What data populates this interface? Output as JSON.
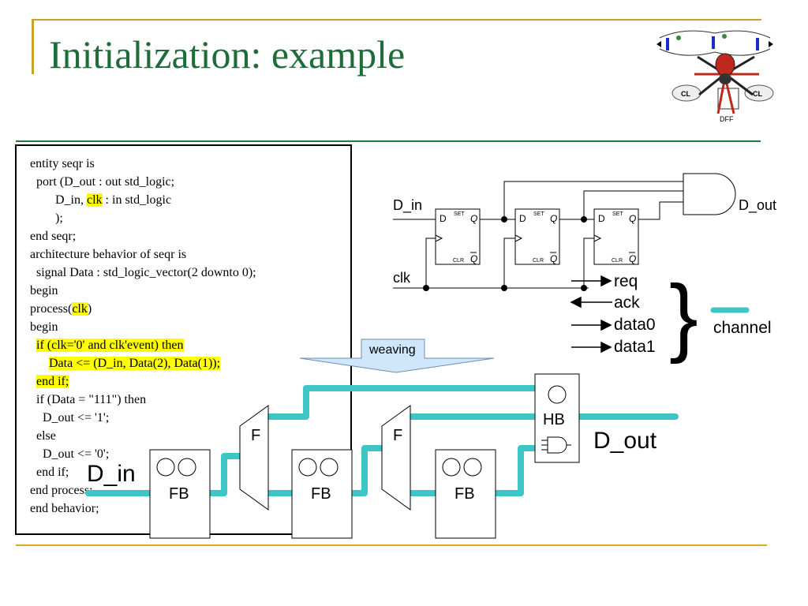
{
  "slide": {
    "title": "Initialization: example"
  },
  "code_lines": [
    {
      "parts": [
        {
          "t": "entity seqr is"
        }
      ]
    },
    {
      "parts": [
        {
          "t": "  port (D_out : out std_logic;"
        }
      ]
    },
    {
      "parts": [
        {
          "t": "        D_in, "
        },
        {
          "t": "clk",
          "hl": true
        },
        {
          "t": " : in std_logic"
        }
      ]
    },
    {
      "parts": [
        {
          "t": "        );"
        }
      ]
    },
    {
      "parts": [
        {
          "t": "end seqr;"
        }
      ]
    },
    {
      "parts": [
        {
          "t": "architecture behavior of seqr is"
        }
      ]
    },
    {
      "parts": [
        {
          "t": "  signal Data : std_logic_vector(2 downto 0);"
        }
      ]
    },
    {
      "parts": [
        {
          "t": "begin"
        }
      ]
    },
    {
      "parts": [
        {
          "t": "process("
        },
        {
          "t": "clk",
          "hl": true
        },
        {
          "t": ")"
        }
      ]
    },
    {
      "parts": [
        {
          "t": "begin"
        }
      ]
    },
    {
      "parts": [
        {
          "t": "  "
        },
        {
          "t": "if (clk='0' and clk'event) then",
          "hl": true
        }
      ]
    },
    {
      "parts": [
        {
          "t": "      "
        },
        {
          "t": "Data <= (D_in, Data(2), Data(1));",
          "hl": true
        }
      ]
    },
    {
      "parts": [
        {
          "t": "  "
        },
        {
          "t": "end if;",
          "hl": true
        }
      ]
    },
    {
      "parts": [
        {
          "t": "  if (Data = \"111\") then"
        }
      ]
    },
    {
      "parts": [
        {
          "t": "    D_out <= '1';"
        }
      ]
    },
    {
      "parts": [
        {
          "t": "  else"
        }
      ]
    },
    {
      "parts": [
        {
          "t": "    D_out <= '0';"
        }
      ]
    },
    {
      "parts": [
        {
          "t": "  end if;"
        }
      ]
    },
    {
      "parts": [
        {
          "t": "end process;"
        }
      ]
    },
    {
      "parts": [
        {
          "t": "end behavior;"
        }
      ]
    }
  ],
  "circuit": {
    "input_label": "D_in",
    "output_label": "D_out",
    "clock_label": "clk",
    "ff_d": "D",
    "ff_q": "Q",
    "ff_qbar": "Q",
    "ff_set": "SET",
    "ff_clr": "CLR"
  },
  "channel": {
    "signals": [
      "req",
      "ack",
      "data0",
      "data1"
    ],
    "label": "channel"
  },
  "weaving": {
    "label": "weaving"
  },
  "netlist": {
    "in_label": "D_in",
    "out_label": "D_out",
    "fb_label": "FB",
    "f_label": "F",
    "hb_label": "HB"
  },
  "logo": {
    "cl_left": "CL",
    "cl_right": "CL",
    "dff": "DFF"
  },
  "colors": {
    "title": "#1f6b3a",
    "wire_channel": "#3ec6c6",
    "highlight": "#ffff00",
    "accent_gold": "#c9a227"
  }
}
